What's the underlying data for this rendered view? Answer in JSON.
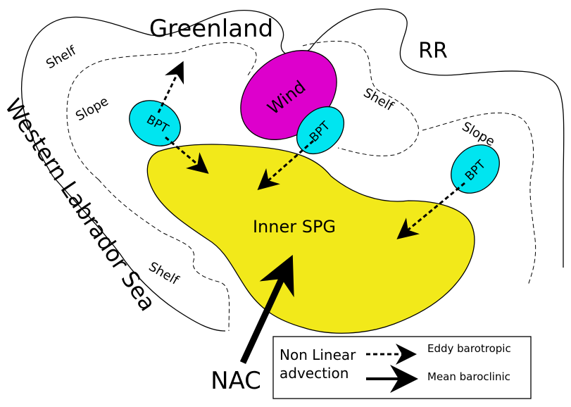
{
  "labels": {
    "greenland": "Greenland",
    "rr": "RR",
    "western_labrador_sea": "Western Labrador Sea",
    "shelf_top_left": "Shelf",
    "slope_left": "Slope",
    "shelf_mid_right": "Shelf",
    "slope_right": "Slope",
    "shelf_bottom_left": "Shelf",
    "inner_spg": "Inner SPG",
    "nac": "NAC",
    "wind": "Wind",
    "bpt_left": "BPT",
    "bpt_center": "BPT",
    "bpt_right": "BPT"
  },
  "legend": {
    "left_line1": "Non Linear",
    "left_line2": "advection",
    "dashed_label": "Eddy barotropic",
    "solid_label": "Mean baroclinic"
  },
  "colors": {
    "inner_spg_fill": "#f2e91a",
    "wind_fill": "#dd00cc",
    "bpt_fill": "#00e5f0",
    "outline": "#000000"
  }
}
